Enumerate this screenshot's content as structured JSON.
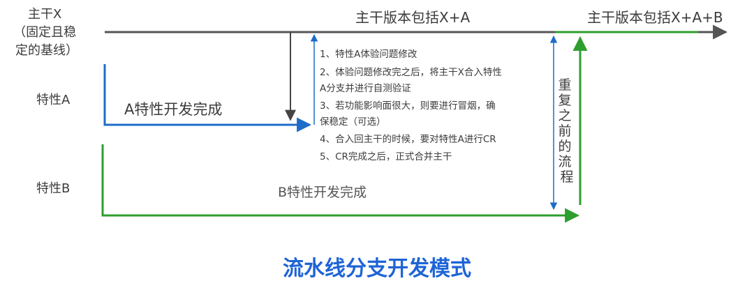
{
  "trunk": {
    "label_lines": [
      "主干X",
      "（固定且稳",
      "定的基线）"
    ],
    "version_xa": "主干版本包括X+A",
    "version_xab": "主干版本包括X+A+B"
  },
  "feature_a": {
    "label": "特性A",
    "done": "A特性开发完成"
  },
  "feature_b": {
    "label": "特性B",
    "done": "B特性开发完成"
  },
  "steps": [
    "1、特性A体验问题修改",
    "2、体验问题修改完之后，将主干X合入特性",
    "A分支并进行自测验证",
    "3、若功能影响面很大，则要进行冒烟，确",
    "保稳定（可选）",
    "4、合入回主干的时候，要对特性A进行CR",
    "5、CR完成之后，正式合并主干"
  ],
  "repeat_label": [
    "重",
    "复",
    "之",
    "前",
    "的",
    "流",
    "程"
  ],
  "title": "流水线分支开发模式",
  "colors": {
    "trunk": "#555555",
    "feature_a": "#1e6cc8",
    "feature_b": "#2e9e2e",
    "title": "#1e64d6"
  }
}
